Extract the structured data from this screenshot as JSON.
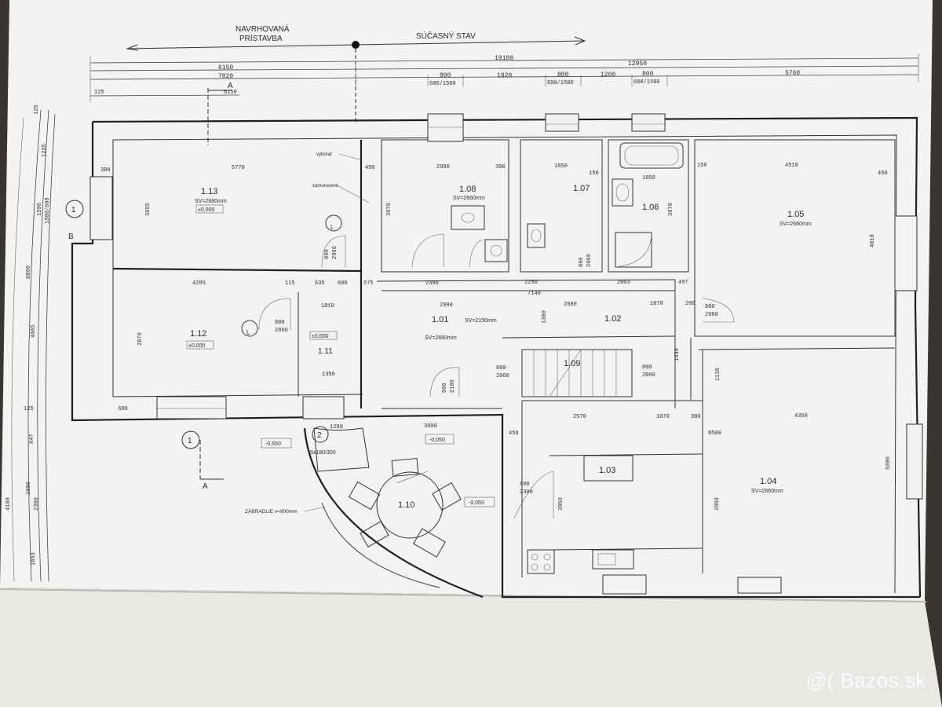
{
  "header": {
    "left_label_line1": "NAVRHOVANÁ",
    "left_label_line2": "PRÍSTAVBA",
    "right_label": "SÚČASNÝ STAV"
  },
  "top_dimensions": {
    "overall": "19100",
    "row2_left": "6150",
    "row2_right": "12950",
    "row3": [
      "7820",
      "800",
      "1920",
      "800",
      "1200",
      "800",
      "5760"
    ],
    "windows": [
      "600/1500",
      "600/1500",
      "600/1500"
    ],
    "row4": [
      "125",
      "6150"
    ]
  },
  "rooms": [
    {
      "id": "1.13",
      "sv": "SV=2660mm",
      "level": "±0,000"
    },
    {
      "id": "1.12",
      "level": "±0,000"
    },
    {
      "id": "1.11",
      "level": "±0,000"
    },
    {
      "id": "1.08",
      "sv": "SV=2660mm"
    },
    {
      "id": "1.07"
    },
    {
      "id": "1.06"
    },
    {
      "id": "1.05",
      "sv": "SV=2660mm"
    },
    {
      "id": "1.01",
      "sv": "SV=2660mm",
      "sv2": "SV=2150mm"
    },
    {
      "id": "1.02"
    },
    {
      "id": "1.09"
    },
    {
      "id": "1.03"
    },
    {
      "id": "1.04",
      "sv": "SV=2660mm"
    },
    {
      "id": "1.10"
    }
  ],
  "notes": {
    "vybúrať": "vybúrať",
    "zamurovane": "zamurovené",
    "zabradlie": "ZÁBRADLIE v=900mm",
    "stairs": "5x180/300",
    "level_outside1": "-0,650",
    "level_outside2": "-0,050",
    "level_outside3": "-0,050"
  },
  "dims_inner": {
    "d5770": "5770",
    "d380a": "380",
    "d450a": "450",
    "d2990a": "2990",
    "d300a": "300",
    "d1850a": "1850",
    "d150a": "150",
    "d1850b": "1850",
    "d150b": "150",
    "d4510": "4510",
    "d450b": "450",
    "d4295": "4295",
    "d115": "115",
    "d635": "635",
    "d600a": "600",
    "d575a": "575",
    "d2390": "2390",
    "d2250": "2250",
    "d2003": "2003",
    "d497": "497",
    "d1810": "1810",
    "d7140": "7140",
    "d2990b": "2990",
    "d2880": "2880",
    "d1070a": "1070",
    "d200": "200",
    "d1350": "1350",
    "d2570": "2570",
    "d1070b": "1070",
    "d300b": "300",
    "d4360": "4360",
    "d8500": "8500",
    "d1200": "1200",
    "d3000": "3000",
    "d450c": "450",
    "d380b": "380",
    "d125": "125",
    "d3055": "3055",
    "d3070a": "3070",
    "d3070b": "3070",
    "d2870": "2870",
    "d3950": "3950",
    "d3960": "3960",
    "d4810": "4810",
    "d5090": "5090",
    "d1380": "1380",
    "d1430": "1430",
    "d1130": "1130"
  },
  "doors": {
    "d1": "800",
    "d1b": "2060",
    "d2": "800",
    "d2b": "2060",
    "d3": "800",
    "d3b": "2060",
    "d4": "900",
    "d4b": "2100",
    "d5": "800",
    "d5b": "2060",
    "d6": "800",
    "d6b": "2300",
    "d7": "800",
    "d7b": "2060",
    "d8": "800",
    "d8b": "2060"
  },
  "left_dimensions": [
    "125",
    "1235",
    "1500",
    "1500/600",
    "6800",
    "4065",
    "847",
    "4100",
    "1600",
    "2300",
    "1853"
  ],
  "markers": {
    "section": "A",
    "section2": "B",
    "axis1": "1",
    "axis2": "2",
    "axisL": "L"
  },
  "watermark": {
    "symbol": "@(",
    "text": "Bazos.sk"
  },
  "colors": {
    "paper": "#f2f2f0",
    "background": "#3a3530",
    "ink": "#1f1f1f"
  }
}
